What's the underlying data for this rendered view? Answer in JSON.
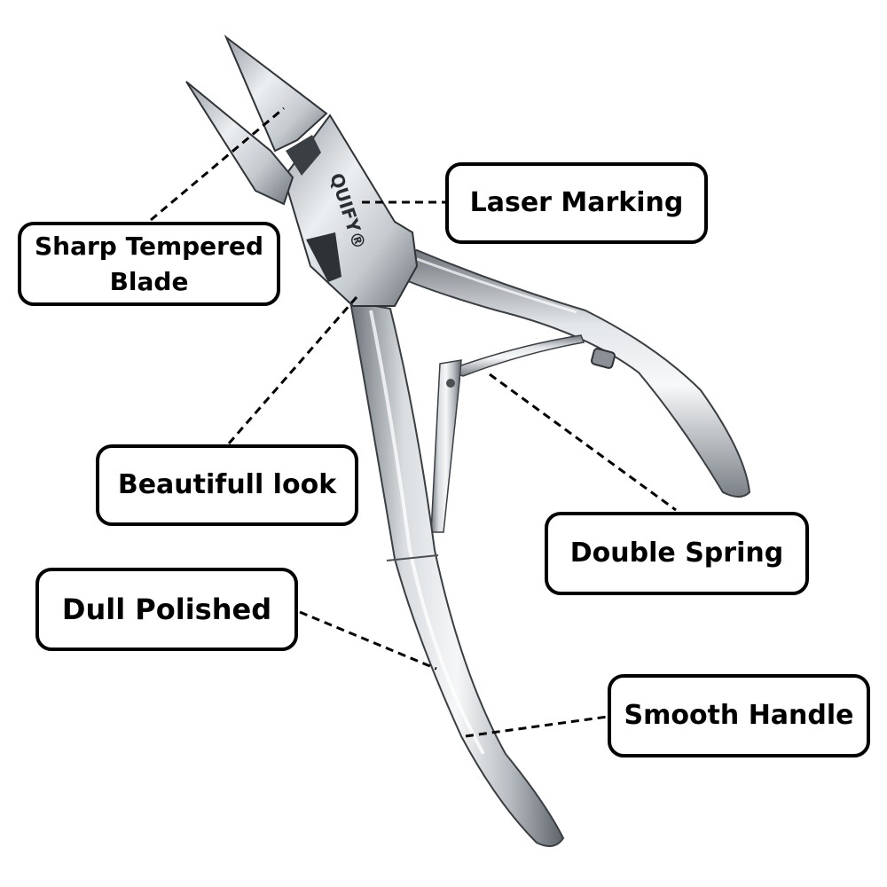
{
  "product": {
    "brand_mark": "QUIFY®",
    "metal_light": "#eef0f2",
    "metal_mid": "#b9bec3",
    "metal_dark": "#5f656b"
  },
  "callouts": {
    "laser_marking": "Laser Marking",
    "sharp_blade_line1": "Sharp Tempered",
    "sharp_blade_line2": "Blade",
    "beautiful_look": "Beautifull look",
    "double_spring": "Double Spring",
    "dull_polished": "Dull Polished",
    "smooth_handle": "Smooth Handle"
  },
  "colors": {
    "background": "#ffffff",
    "label_border": "#000000",
    "leader_line": "#000000"
  }
}
